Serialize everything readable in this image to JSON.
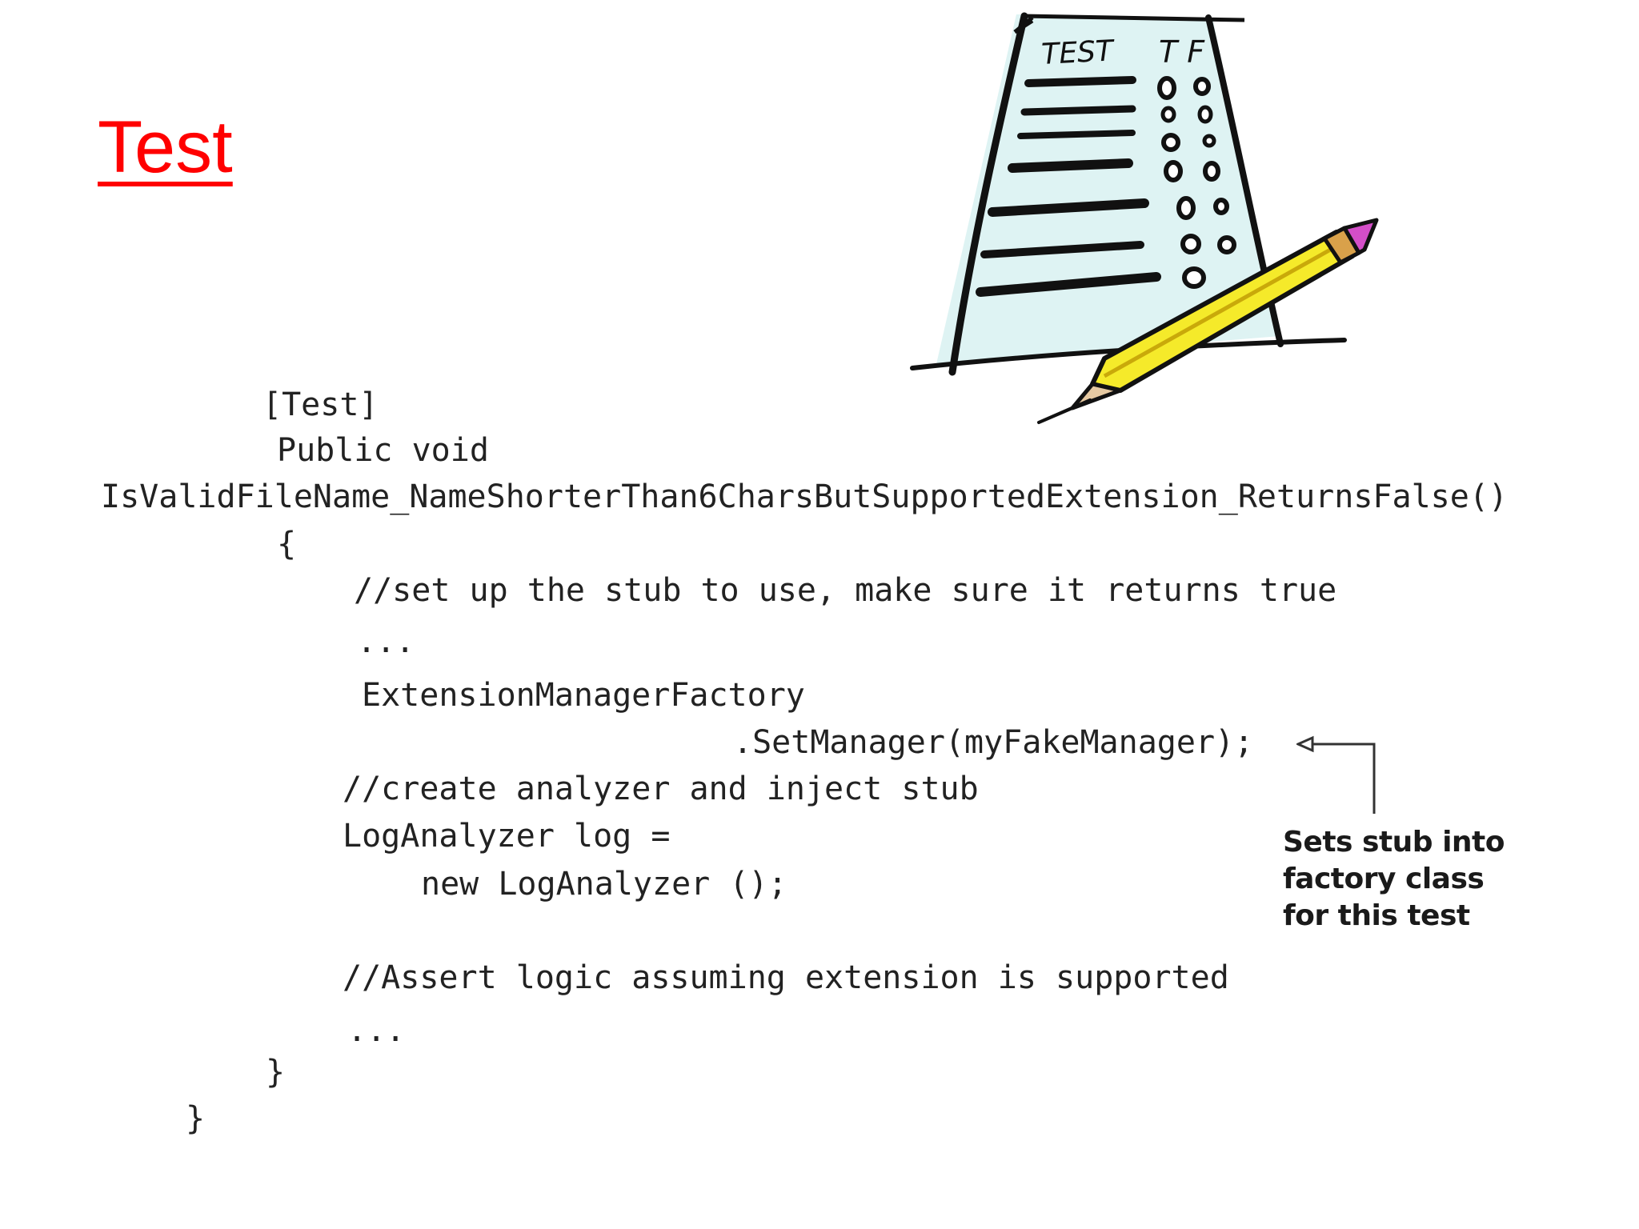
{
  "slide": {
    "title": "Test"
  },
  "clipart": {
    "icon": "test-sheet-with-pencil",
    "header_label": "TEST",
    "columns_label": "T F"
  },
  "code": {
    "lines": [
      "[Test]",
      "Public void",
      "IsValidFileName_NameShorterThan6CharsButSupportedExtension_ReturnsFalse()",
      "{",
      "//set up the stub to use, make sure it returns true",
      "...",
      "ExtensionManagerFactory",
      ".SetManager(myFakeManager);",
      "//create analyzer and inject stub",
      "LogAnalyzer log =",
      "new LogAnalyzer ();",
      "//Assert logic assuming extension is supported",
      "...",
      "}",
      "}"
    ]
  },
  "callout": {
    "lines": [
      "Sets stub into",
      "factory class",
      "for this test"
    ]
  },
  "colors": {
    "title": "#ff0000",
    "text": "#222222",
    "paper": "#def3f3",
    "pencil": "#f5ea2a"
  }
}
